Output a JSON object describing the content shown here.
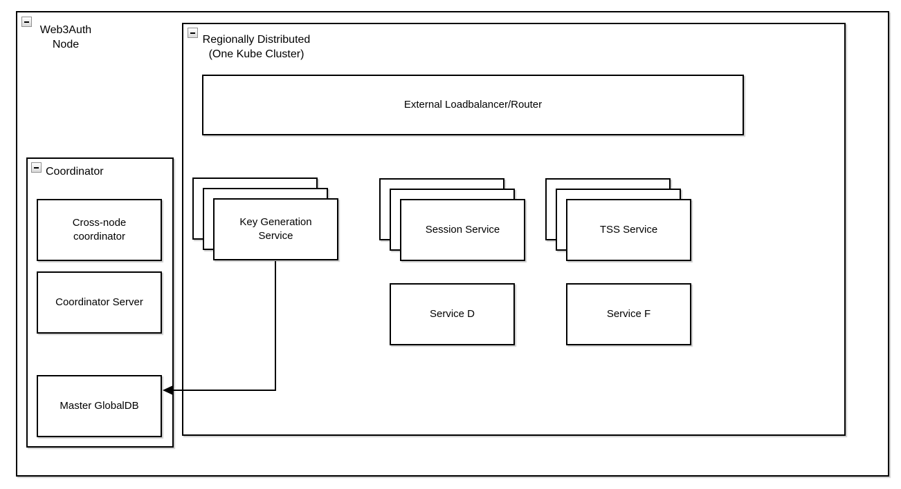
{
  "outer_container": {
    "lines": [
      "Web3Auth",
      "Node"
    ]
  },
  "region_container": {
    "lines": [
      "Regionally Distributed",
      "(One Kube Cluster)"
    ]
  },
  "loadbalancer": {
    "label": "External Loadbalancer/Router"
  },
  "stacks": [
    {
      "id": "key-generation-service",
      "lines": [
        "Key Generation",
        "Service"
      ],
      "replicas_shown": 3
    },
    {
      "id": "session-service",
      "lines": [
        "Session Service"
      ],
      "replicas_shown": 3
    },
    {
      "id": "tss-service",
      "lines": [
        "TSS Service"
      ],
      "replicas_shown": 3
    }
  ],
  "services": [
    {
      "id": "service-d",
      "label": "Service D"
    },
    {
      "id": "service-f",
      "label": "Service F"
    }
  ],
  "coordinator_container": {
    "label": "Coordinator",
    "children": [
      {
        "lines": [
          "Cross-node",
          "coordinator"
        ]
      },
      {
        "lines": [
          "Coordinator Server"
        ]
      },
      {
        "lines": [
          "Master GlobalDB"
        ]
      }
    ]
  },
  "edges": [
    {
      "from": "Key Generation Service",
      "to": "Master GlobalDB",
      "style": "orthogonal",
      "arrowhead": "filled-left"
    }
  ],
  "icons": {
    "collapse": "minus-box"
  },
  "colors": {
    "stroke": "#000000",
    "fill": "#ffffff",
    "background": "#ffffff",
    "shadow": "rgba(0,0,0,0.2)",
    "collapse_icon_border": "#8f8f8f"
  }
}
